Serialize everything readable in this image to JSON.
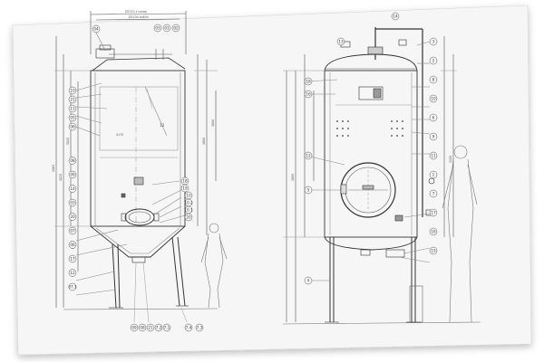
{
  "left_drawing": {
    "dims_top": [
      "Ø2310 s izolací",
      "Ø2100 vnitřní"
    ],
    "callouts_top": [
      "04",
      "03",
      "01",
      "02"
    ],
    "callouts_left": [
      "10",
      "21",
      "11",
      "05",
      "06",
      "08",
      "09",
      "14",
      "03",
      "20",
      "07",
      "06",
      "17",
      "12",
      "07.1"
    ],
    "callouts_right": [
      "18",
      "19",
      "10",
      "10.2",
      "10.1",
      "20"
    ],
    "callouts_bottom": [
      "09",
      "08",
      "21",
      "7.2",
      "7.1",
      "7.4",
      "7.3"
    ],
    "inner_texts": [
      "4170",
      "12"
    ],
    "vertical_dims": [
      "1065",
      "4820",
      "5820",
      "1600",
      "1600"
    ]
  },
  "right_drawing": {
    "callouts_top": [
      "13",
      "14"
    ],
    "callouts_right": [
      "3",
      "2",
      "8",
      "10",
      "6",
      "9",
      "11",
      "1",
      "7",
      "17",
      "16",
      "15"
    ],
    "callouts_left": [
      "18",
      "16",
      "12",
      "5",
      "4"
    ],
    "vertical_dims": [
      "1600",
      "1200"
    ]
  }
}
